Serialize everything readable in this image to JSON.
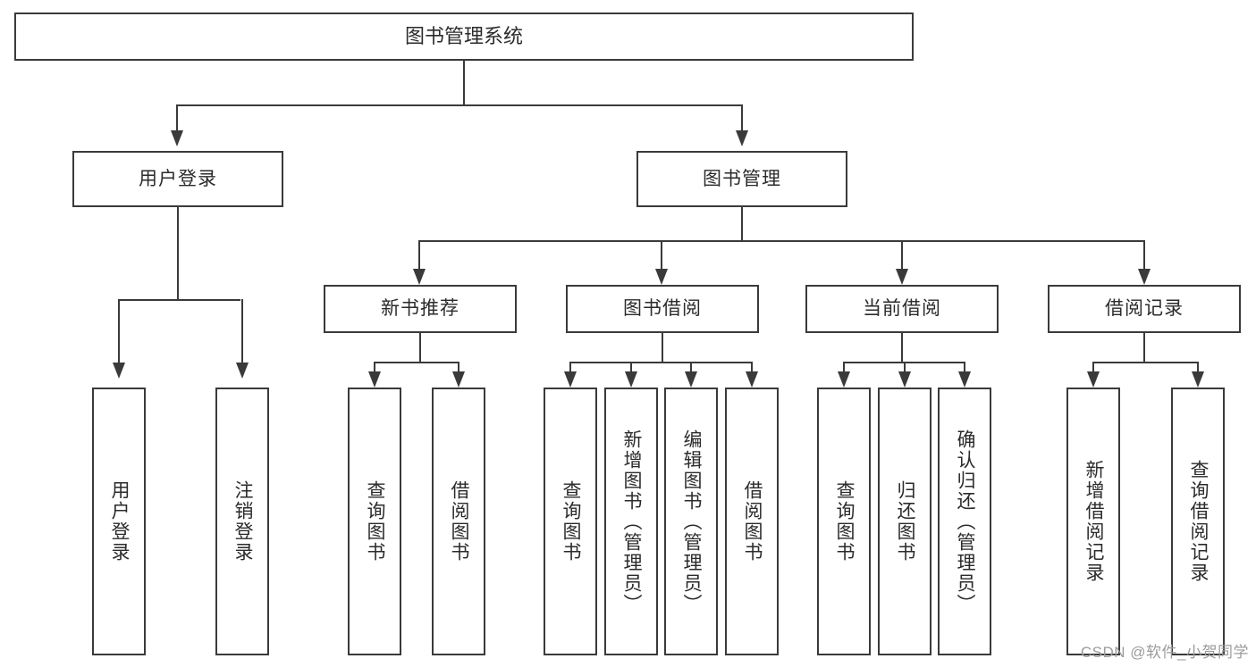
{
  "diagram": {
    "title": "图书管理系统",
    "type": "hierarchy-tree",
    "watermark": "CSDN @软件_小贺同学",
    "colors": {
      "stroke": "#3a3a3a",
      "text": "#2b2b2b",
      "background": "#ffffff",
      "watermark": "#9b9b9b"
    },
    "root": {
      "label": "图书管理系统"
    },
    "level1": [
      {
        "label": "用户登录"
      },
      {
        "label": "图书管理"
      }
    ],
    "level2": [
      {
        "label": "新书推荐"
      },
      {
        "label": "图书借阅"
      },
      {
        "label": "当前借阅"
      },
      {
        "label": "借阅记录"
      }
    ],
    "leaves": {
      "user_login": [
        {
          "label": "用户登录"
        },
        {
          "label": "注销登录"
        }
      ],
      "new_book": [
        {
          "label": "查询图书"
        },
        {
          "label": "借阅图书"
        }
      ],
      "book_borrow": [
        {
          "label": "查询图书"
        },
        {
          "label": "新增图书（管理员）"
        },
        {
          "label": "编辑图书（管理员）"
        },
        {
          "label": "借阅图书"
        }
      ],
      "current_borrow": [
        {
          "label": "查询图书"
        },
        {
          "label": "归还图书"
        },
        {
          "label": "确认归还（管理员）"
        }
      ],
      "borrow_record": [
        {
          "label": "新增借阅记录"
        },
        {
          "label": "查询借阅记录"
        }
      ]
    }
  }
}
